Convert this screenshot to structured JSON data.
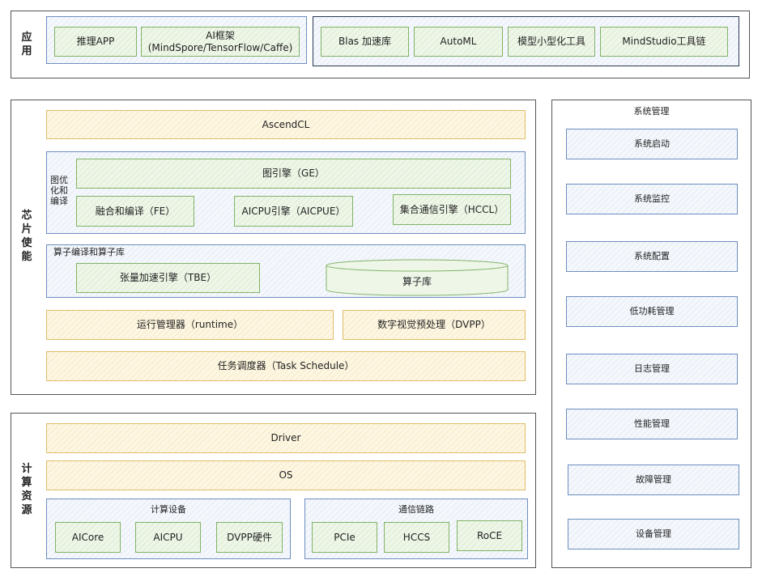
{
  "app": {
    "label": "应用",
    "left_group": [
      "推理APP",
      "AI框架",
      "(MindSpore/TensorFlow/Caffe)"
    ],
    "right_group": [
      "Blas 加速库",
      "AutoML",
      "模型小型化工具",
      "MindStudio工具链"
    ]
  },
  "chip": {
    "label": "芯片使能",
    "ascendcl": "AscendCL",
    "graph_group_label": "图优化和编译",
    "graph_engine": "图引擎（GE）",
    "fe": "融合和编译（FE）",
    "aicpue": "AICPU引擎（AICPUE）",
    "hccl": "集合通信引擎（HCCL）",
    "op_group_label": "算子编译和算子库",
    "tbe": "张量加速引擎（TBE）",
    "op_lib": "算子库",
    "runtime": "运行管理器（runtime）",
    "dvpp": "数字视觉预处理（DVPP）",
    "task_schedule": "任务调度器（Task Schedule）"
  },
  "compute": {
    "label": "计算资源",
    "driver": "Driver",
    "os": "OS",
    "device_group_label": "计算设备",
    "devices": [
      "AICore",
      "AICPU",
      "DVPP硬件"
    ],
    "link_group_label": "通信链路",
    "links": [
      "PCIe",
      "HCCS",
      "RoCE"
    ]
  },
  "sysmgmt": {
    "title": "系统管理",
    "items": [
      "系统启动",
      "系统监控",
      "系统配置",
      "低功耗管理",
      "日志管理",
      "性能管理",
      "故障管理",
      "设备管理"
    ]
  },
  "colors": {
    "green_border": "#82b366",
    "blue_border": "#6c8ebf",
    "yellow_border": "#e0be6a",
    "navy_border": "#2b3a55"
  }
}
